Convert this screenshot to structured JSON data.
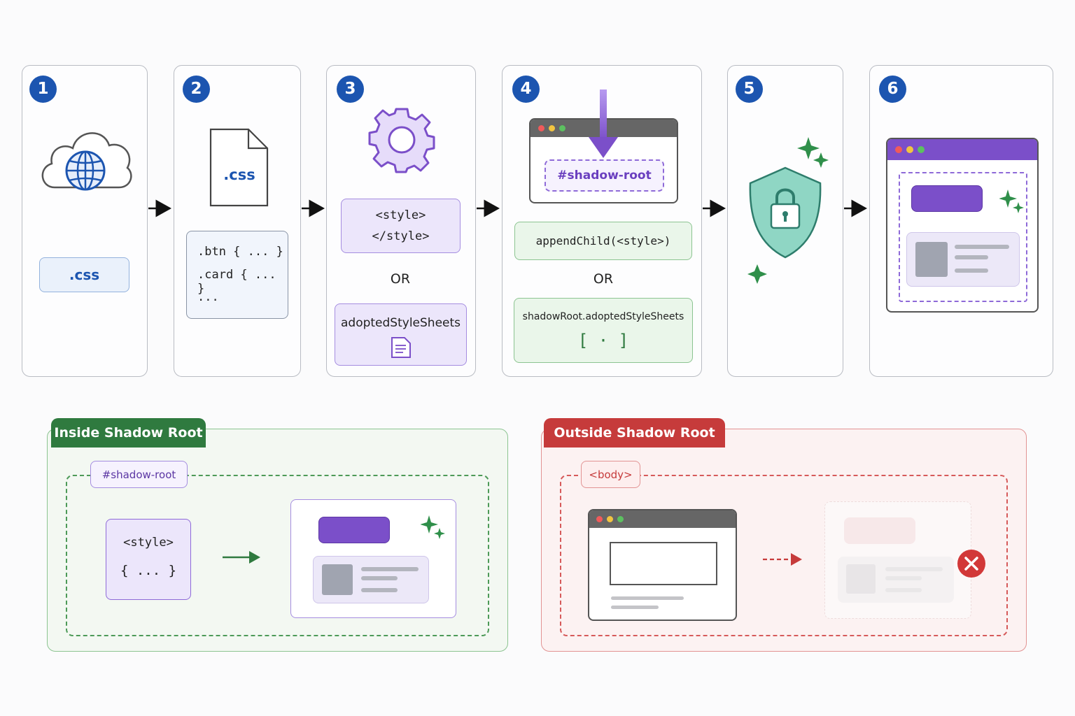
{
  "steps": [
    {
      "number": "1",
      "file_label": ".css"
    },
    {
      "number": "2",
      "file_label": ".css",
      "code_lines": [
        ".btn { ... }",
        ".card { ... }",
        "..."
      ]
    },
    {
      "number": "3",
      "style_open": "<style>",
      "style_close": "</style>",
      "or": "OR",
      "adopted": "adoptedStyleSheets"
    },
    {
      "number": "4",
      "shadow_root": "#shadow-root",
      "append": "appendChild(<style>)",
      "or": "OR",
      "shadow_adopted": "shadowRoot.adoptedStyleSheets",
      "array_glyph": "[ · ]"
    },
    {
      "number": "5"
    },
    {
      "number": "6"
    }
  ],
  "inside": {
    "title": "Inside Shadow Root",
    "tag": "#shadow-root",
    "style_tag": "<style>",
    "style_body": "{ ... }"
  },
  "outside": {
    "title": "Outside Shadow Root",
    "tag": "<body>"
  },
  "colors": {
    "blue": "#1c55b0",
    "purple": "#7b4fc9",
    "green": "#2f7a3f",
    "red": "#c63b3b",
    "teal": "#8fd6c4"
  }
}
